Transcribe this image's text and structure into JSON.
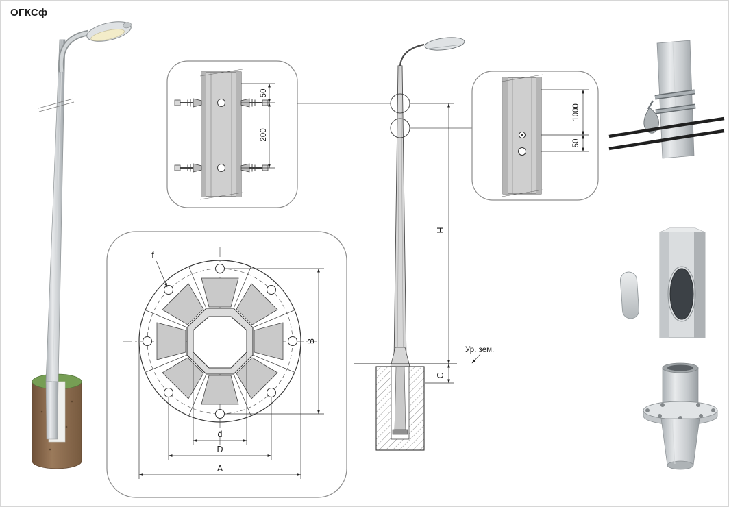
{
  "title": "ОГКСф",
  "top_detail": {
    "dim_gap": "50",
    "dim_spacing": "200"
  },
  "right_detail": {
    "dim_height": "1000",
    "dim_gap": "50"
  },
  "elevation": {
    "height_label": "H",
    "embed_label": "C",
    "ground_label": "Ур. зем."
  },
  "flange_plan": {
    "hole_label": "f",
    "bolt_span": "B",
    "inner_dia": "d",
    "bolt_circle_dia": "D",
    "outer_dia": "A"
  },
  "colors": {
    "line": "#3a3a3a",
    "steel_light": "#d9dcde",
    "steel_dark": "#9aa0a4",
    "foundation_brown": "#8a6a4e",
    "grass_green": "#769e54",
    "cable_black": "#1f1f1f",
    "accent_bottom_edge": "#4a7bd0"
  }
}
